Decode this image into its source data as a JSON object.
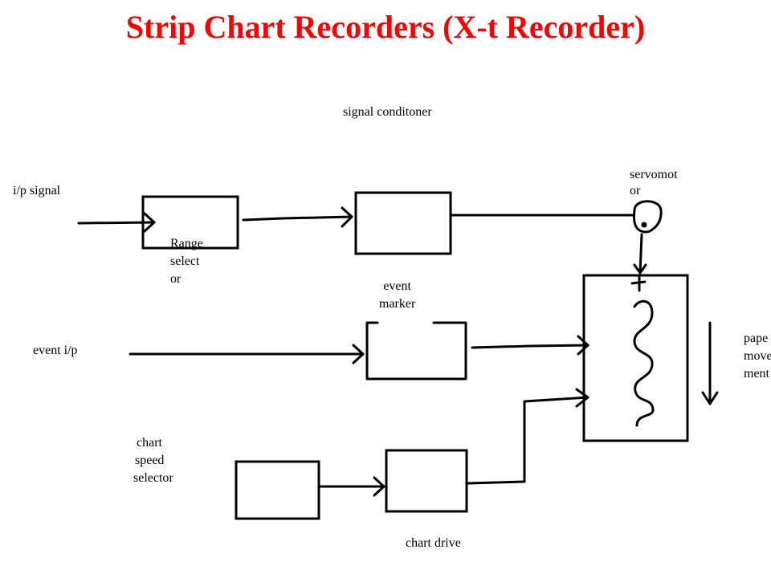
{
  "slide": {
    "title": "Strip Chart Recorders (X-t Recorder)"
  },
  "labels": {
    "ip_signal": "i/p signal",
    "range_selector": [
      "Range",
      "select",
      "or"
    ],
    "signal_conditioner": "signal conditoner",
    "servomotor": [
      "servomot",
      "or"
    ],
    "event_marker": [
      "event",
      "marker"
    ],
    "event_ip": "event i/p",
    "paper_movement": [
      "pape",
      "move",
      "ment"
    ],
    "chart_speed_selector": [
      "chart",
      "speed",
      "selector"
    ],
    "chart_drive": "chart drive"
  }
}
